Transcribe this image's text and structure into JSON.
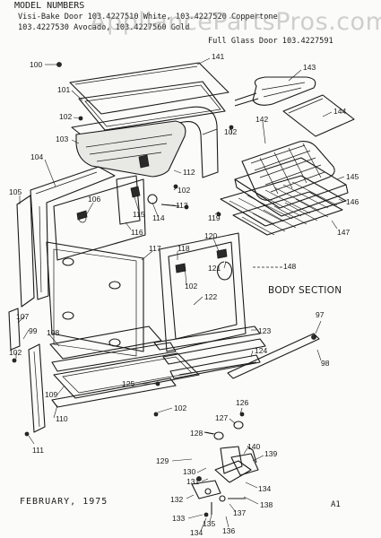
{
  "header": {
    "line1": "MODEL NUMBERS",
    "line2": "Visi-Bake Door 103.4227510 White, 103.4227520 Coppertone",
    "line3": "103.4227530 Avocado, 103.4227560 Gold",
    "line4": "Full Glass Door 103.4227591"
  },
  "watermark": "AppliancePartsPros.com",
  "section_title": "BODY SECTION",
  "footer": {
    "date": "FEBRUARY, 1975",
    "page": "A1"
  },
  "callouts": {
    "c100": "100",
    "c141": "141",
    "c143": "143",
    "c101": "101",
    "c144": "144",
    "c102a": "102",
    "c142": "142",
    "c102b": "102",
    "c103": "103",
    "c104": "104",
    "c112": "112",
    "c102c": "102",
    "c145": "145",
    "c105": "105",
    "c106": "106",
    "c115": "115",
    "c114": "114",
    "c113": "113",
    "c146": "146",
    "c119": "119",
    "c116": "116",
    "c147": "147",
    "c117": "117",
    "c118": "118",
    "c120": "120",
    "c121": "121",
    "c148": "148",
    "c102d": "102",
    "c122": "122",
    "c107": "107",
    "c99": "99",
    "c108": "108",
    "c123": "123",
    "c97": "97",
    "c102e": "102",
    "c124": "124",
    "c98": "98",
    "c109": "109",
    "c125": "125",
    "c110": "110",
    "c102f": "102",
    "c126": "126",
    "c127": "127",
    "c111": "111",
    "c128": "128",
    "c140": "140",
    "c129": "129",
    "c139": "139",
    "c130": "130",
    "c131": "131",
    "c132": "132",
    "c134a": "134",
    "c138": "138",
    "c133": "133",
    "c135": "135",
    "c137": "137",
    "c134b": "134",
    "c136": "136"
  }
}
